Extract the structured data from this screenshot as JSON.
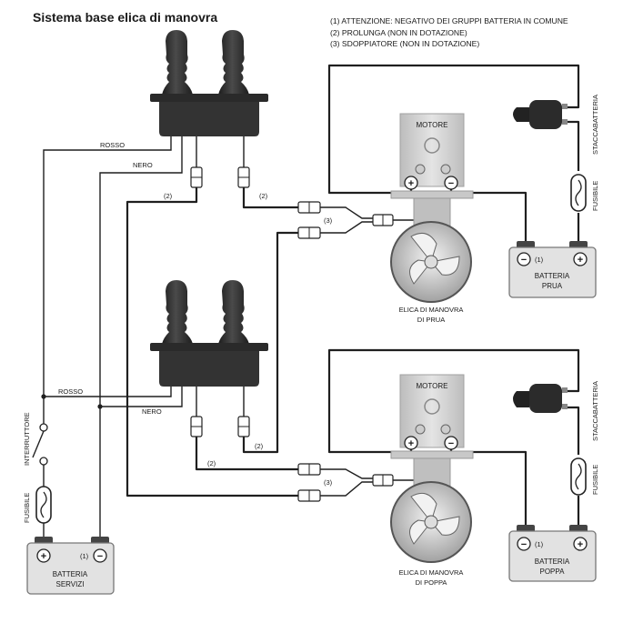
{
  "title": "Sistema base elica di manovra",
  "notes": [
    "(1) ATTENZIONE: NEGATIVO DEI GRUPPI BATTERIA IN COMUNE",
    "(2) PROLUNGA (NON IN DOTAZIONE)",
    "(3) SDOPPIATORE (NON IN DOTAZIONE)"
  ],
  "labels": {
    "rosso": "ROSSO",
    "nero": "NERO",
    "ref2": "(2)",
    "ref3": "(3)",
    "ref1": "(1)",
    "motore": "MOTORE",
    "staccabatteria": "STACCABATTERIA",
    "fusibile": "FUSIBILE",
    "interruttore": "INTERRUTTORE",
    "batteria": "BATTERIA",
    "prua": "PRUA",
    "poppa": "POPPA",
    "servizi": "SERVIZI",
    "elica_prua_1": "ELICA DI MANOVRA",
    "elica_prua_2": "DI PRUA",
    "elica_poppa_1": "ELICA DI MANOVRA",
    "elica_poppa_2": "DI POPPA",
    "plus": "+",
    "minus": "−"
  },
  "colors": {
    "wire": "#1f1f1f",
    "joystick": "#2b2b2b",
    "motor_body": "#d6d6d6",
    "battery_fill": "#e2e2e2"
  }
}
